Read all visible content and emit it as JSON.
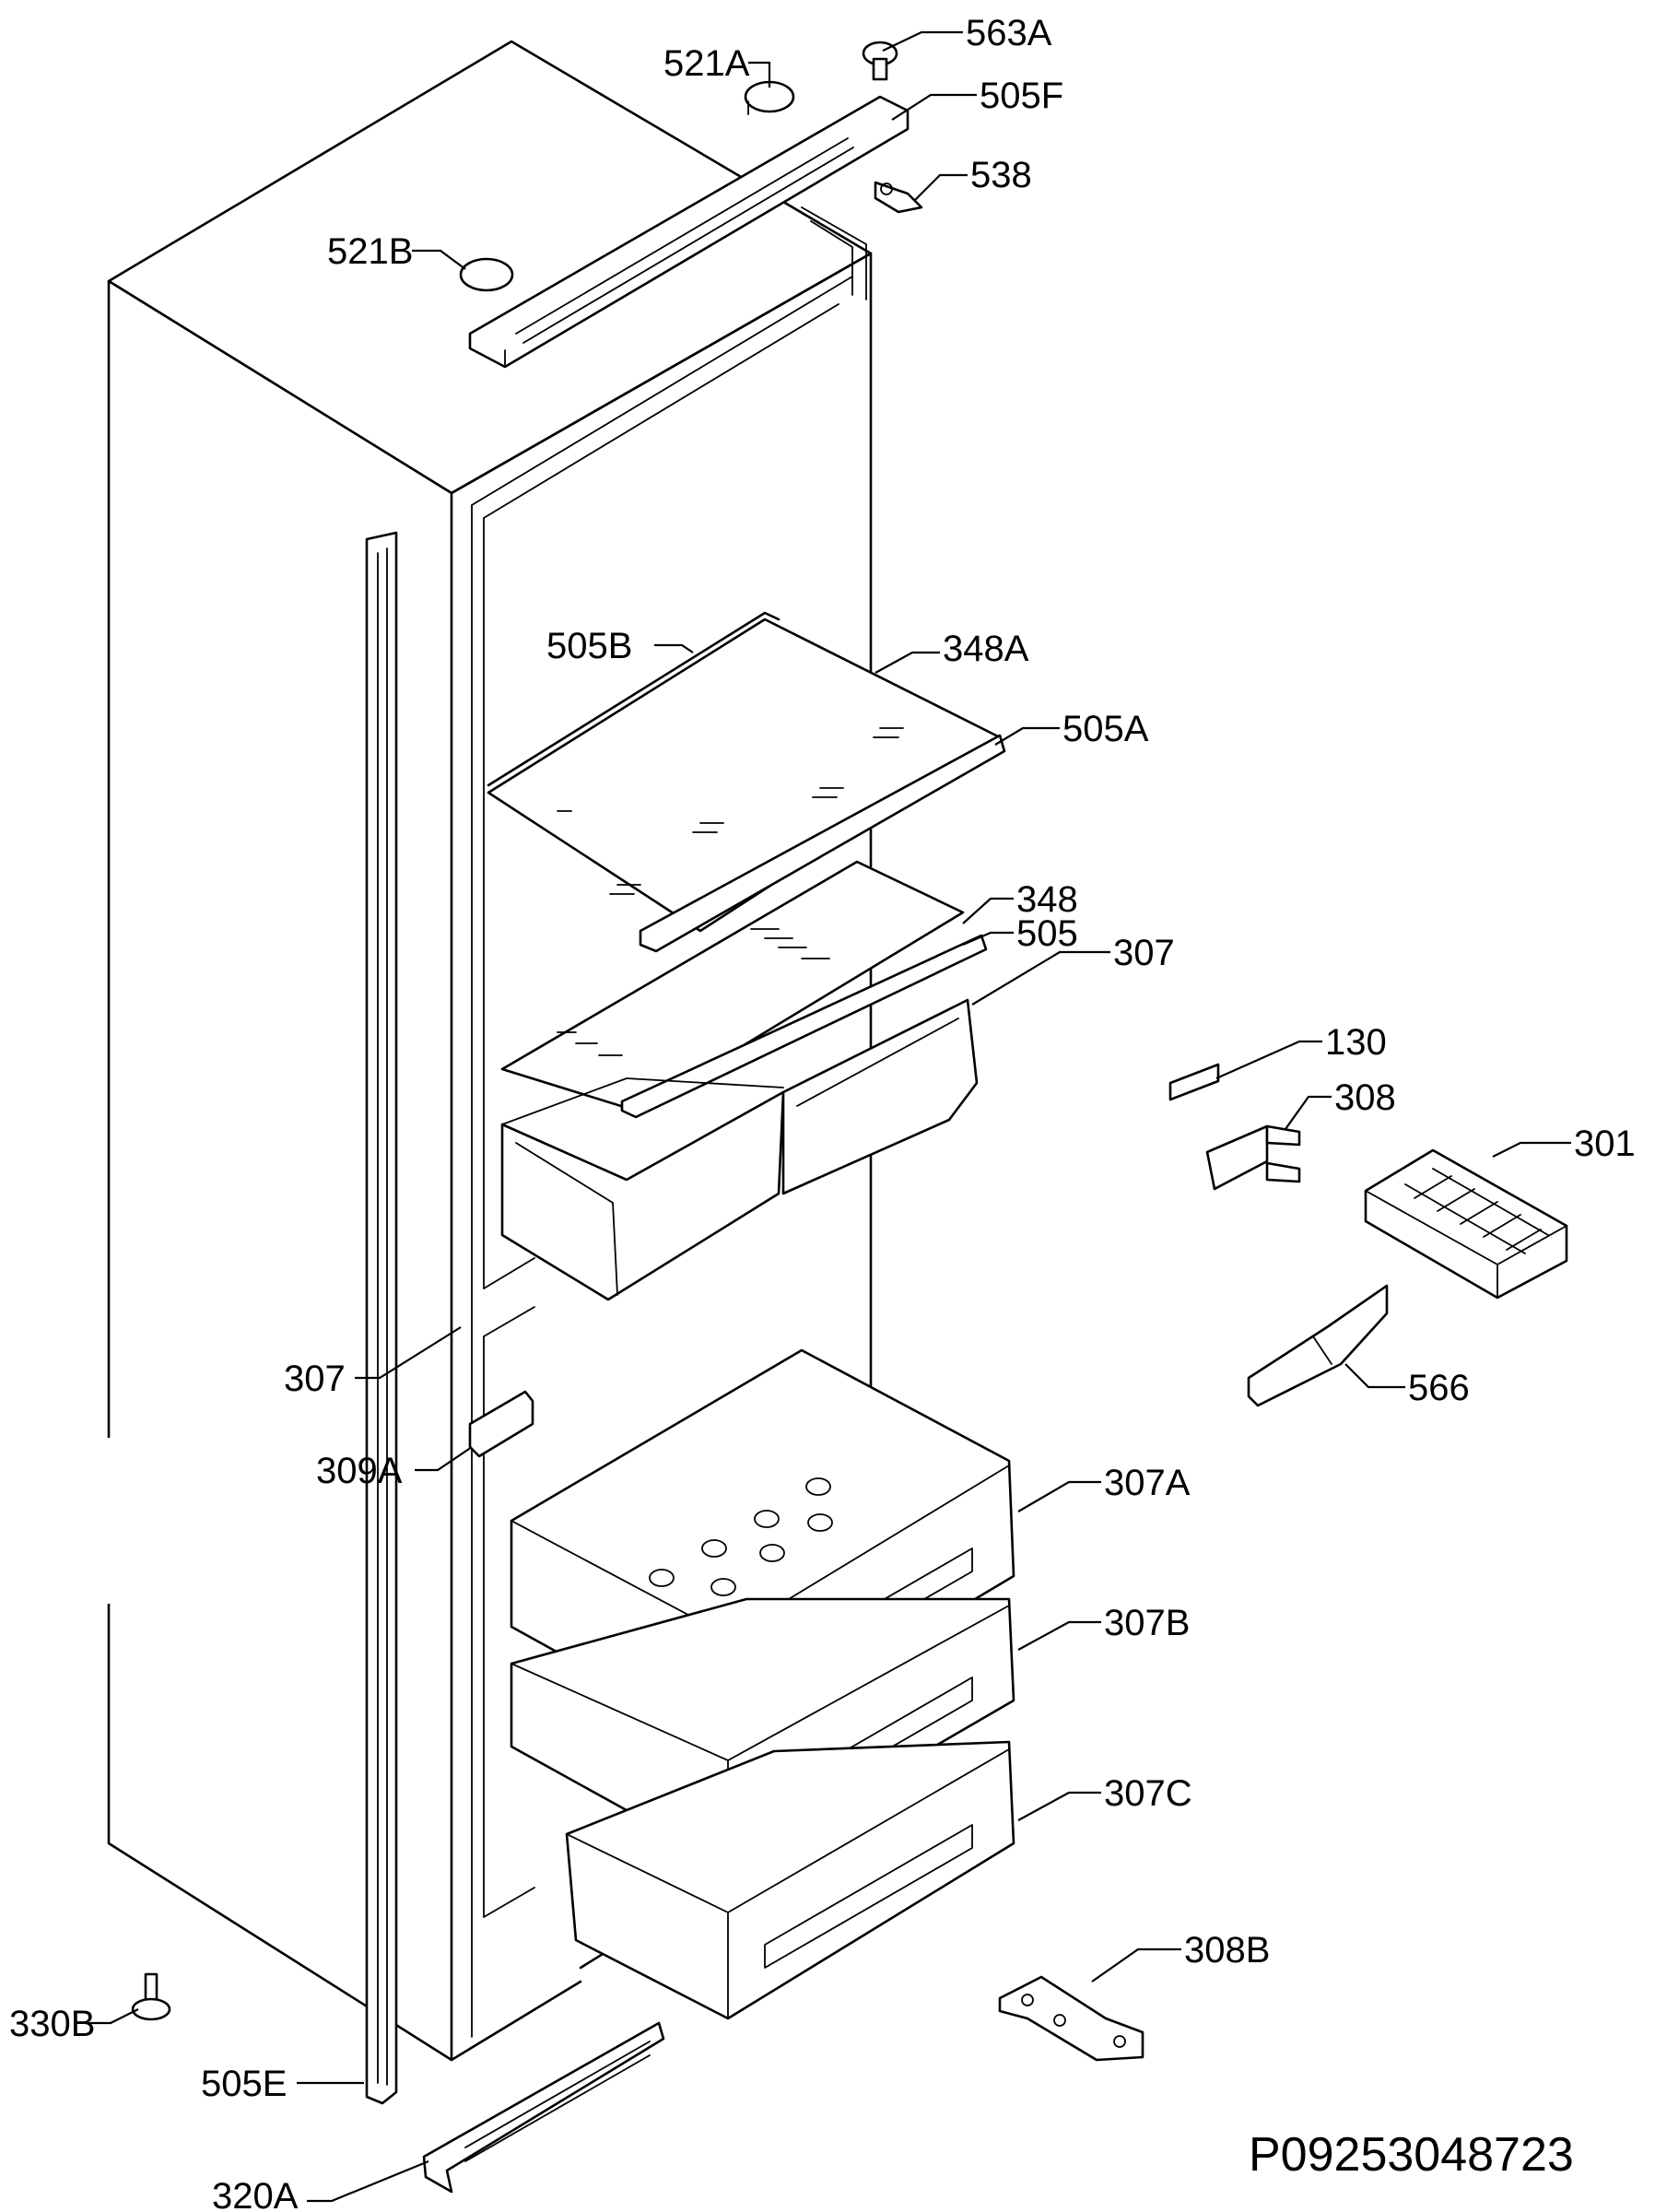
{
  "labels": {
    "l563A": "563A",
    "l521A": "521A",
    "l505F": "505F",
    "l538": "538",
    "l521B": "521B",
    "l505B": "505B",
    "l348A": "348A",
    "l505A": "505A",
    "l348": "348",
    "l505": "505",
    "l307_top": "307",
    "l130": "130",
    "l308": "308",
    "l301": "301",
    "l566": "566",
    "l307_left": "307",
    "l309A": "309A",
    "l307A": "307A",
    "l307B": "307B",
    "l307C": "307C",
    "l308B": "308B",
    "l330B": "330B",
    "l505E": "505E",
    "l320A": "320A"
  },
  "drawing_number": "P09253048723"
}
